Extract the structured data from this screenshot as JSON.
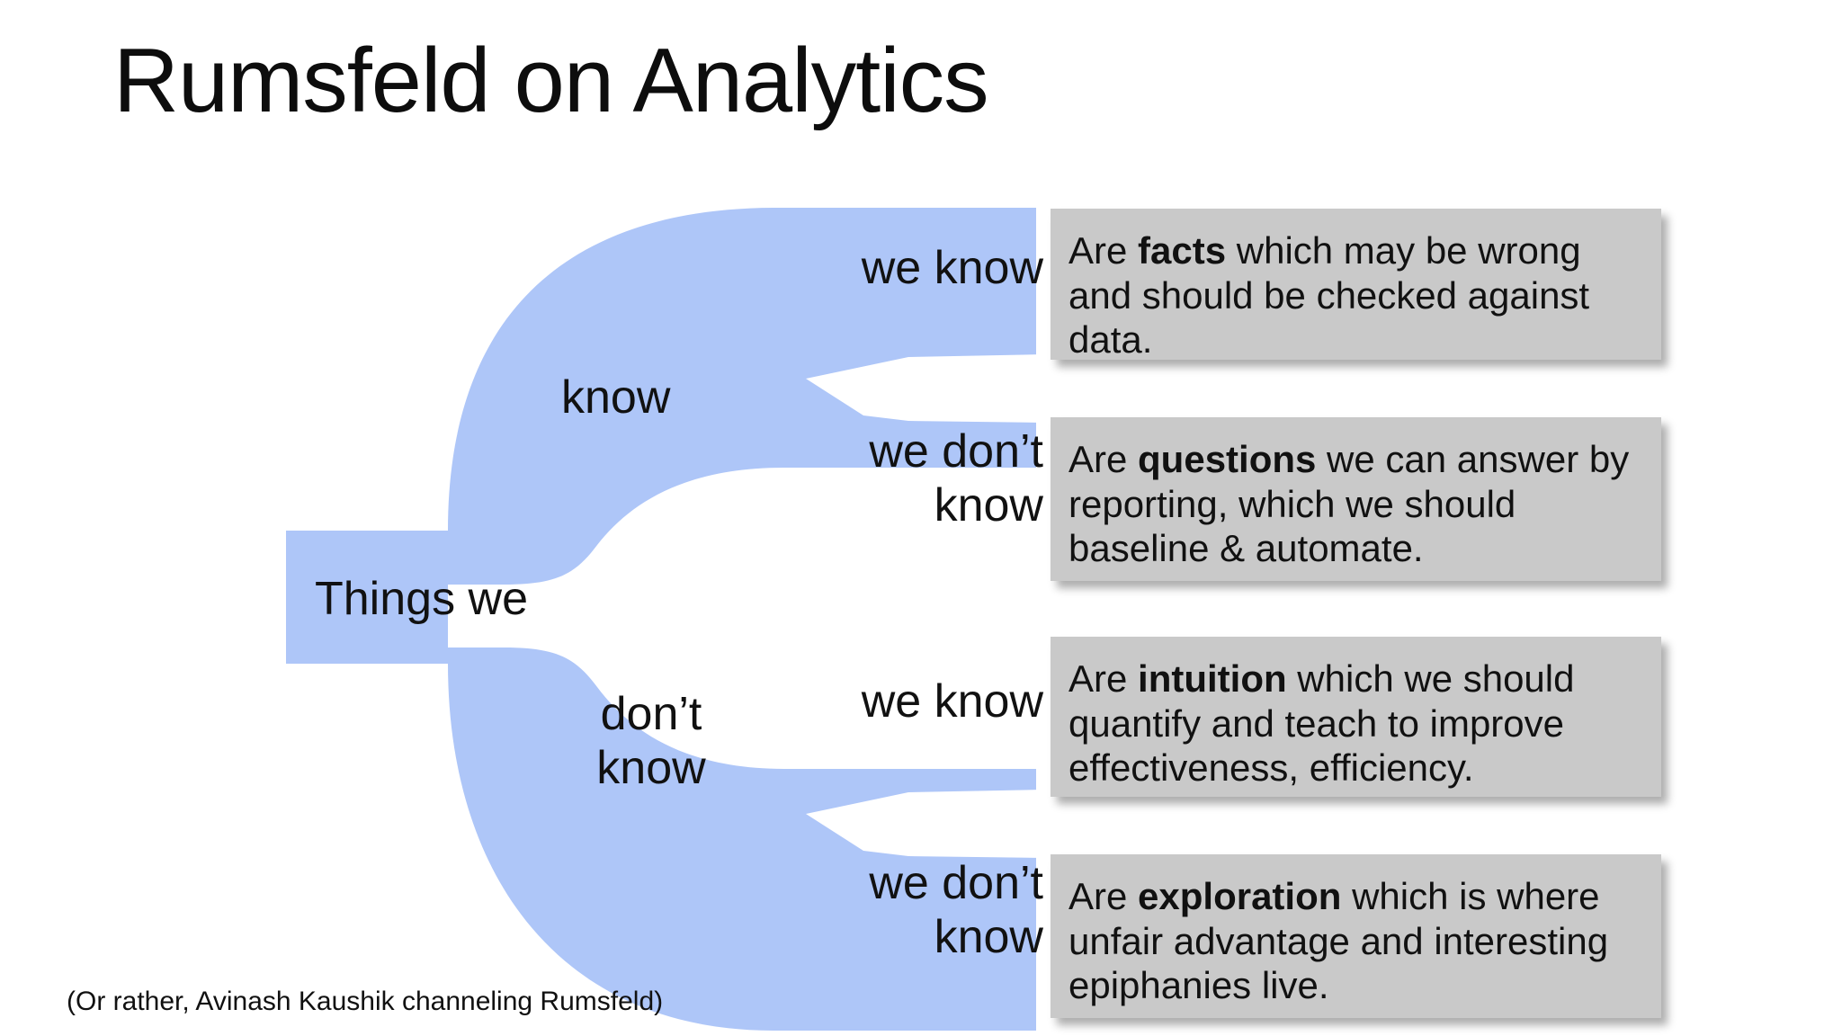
{
  "slide": {
    "title": "Rumsfeld on Analytics",
    "footnote": "(Or rather, Avinash Kaushik channeling Rumsfeld)",
    "background_color": "#ffffff"
  },
  "colors": {
    "flow_blue": "#aec6f8",
    "card_gray": "#c9c9c9",
    "text_black": "#111111"
  },
  "diagram": {
    "type": "fan-tree",
    "root": {
      "label": "Things we"
    },
    "branches": [
      {
        "id": "know",
        "label": "know"
      },
      {
        "id": "dont-know",
        "label": "don’t\nknow"
      }
    ],
    "leaves": [
      {
        "id": "known-knowns",
        "branch": "know",
        "label": "we know"
      },
      {
        "id": "known-unknowns",
        "branch": "know",
        "label": "we don’t\nknow"
      },
      {
        "id": "unknown-knowns",
        "branch": "dont-know",
        "label": "we know"
      },
      {
        "id": "unknown-unknowns",
        "branch": "dont-know",
        "label": "we don’t\nknow"
      }
    ]
  },
  "cards": [
    {
      "id": "facts",
      "lead": "Are ",
      "keyword": "facts",
      "rest": " which may be wrong and should be checked against data.",
      "full_text": "Are facts which may be wrong and should be checked against data."
    },
    {
      "id": "questions",
      "lead": "Are ",
      "keyword": "questions",
      "rest": " we can answer by reporting, which we should baseline & automate.",
      "full_text": "Are questions we can answer by reporting, which we should baseline & automate."
    },
    {
      "id": "intuition",
      "lead": "Are ",
      "keyword": "intuition",
      "rest": " which we should quantify and teach to improve effectiveness, efficiency.",
      "full_text": "Are intuition which we should quantify and teach to improve effectiveness, efficiency."
    },
    {
      "id": "exploration",
      "lead": "Are ",
      "keyword": "exploration",
      "rest": " which is where unfair advantage and interesting epiphanies live.",
      "full_text": "Are exploration which is where unfair advantage and interesting epiphanies live."
    }
  ]
}
